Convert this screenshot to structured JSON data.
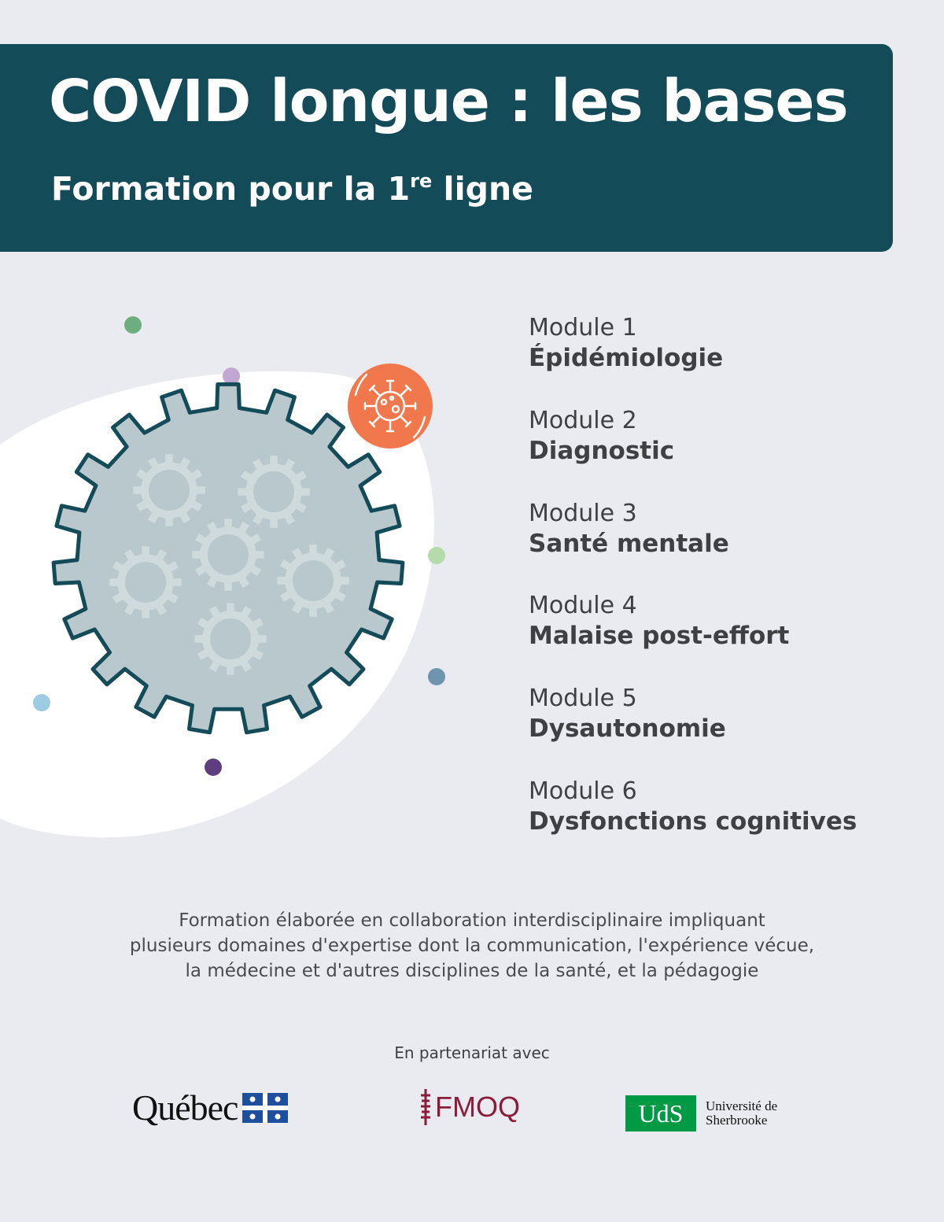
{
  "header": {
    "title": "COVID longue : les bases",
    "subtitle_main": "Formation pour la 1",
    "subtitle_sup": "re",
    "subtitle_end": " ligne"
  },
  "modules": [
    {
      "number": "Module 1",
      "name": "Épidémiologie"
    },
    {
      "number": "Module 2",
      "name": "Diagnostic"
    },
    {
      "number": "Module 3",
      "name": "Santé mentale"
    },
    {
      "number": "Module 4",
      "name": "Malaise post-effort"
    },
    {
      "number": "Module 5",
      "name": "Dysautonomie"
    },
    {
      "number": "Module 6",
      "name": "Dysfonctions cognitives"
    }
  ],
  "description": {
    "line1": "Formation élaborée en collaboration interdisciplinaire impliquant",
    "line2": "plusieurs domaines d'expertise dont la communication, l'expérience vécue,",
    "line3": "la médecine et d'autres disciplines de la santé, et la pédagogie"
  },
  "partners": {
    "intro": "En partenariat avec",
    "logos": [
      {
        "name": "Québec"
      },
      {
        "name": "FMOQ"
      },
      {
        "short": "UdS",
        "line1": "Université de",
        "line2": "Sherbrooke"
      }
    ]
  },
  "icons": {
    "virus": "virus-gear-icon",
    "small_virus": "coronavirus-icon",
    "quebec_flag": "fleur-de-lis-flag-icon",
    "fmoq_mark": "caduceus-icon"
  },
  "colors": {
    "header_bg": "#134b58",
    "page_bg": "#eaebf0",
    "virus_fill": "#b8c8cd",
    "virus_stroke": "#134b58",
    "accent_orange": "#f0784c",
    "uds_green": "#009a44",
    "fmoq_red": "#8b1d3a",
    "quebec_blue": "#1d4f9c"
  }
}
